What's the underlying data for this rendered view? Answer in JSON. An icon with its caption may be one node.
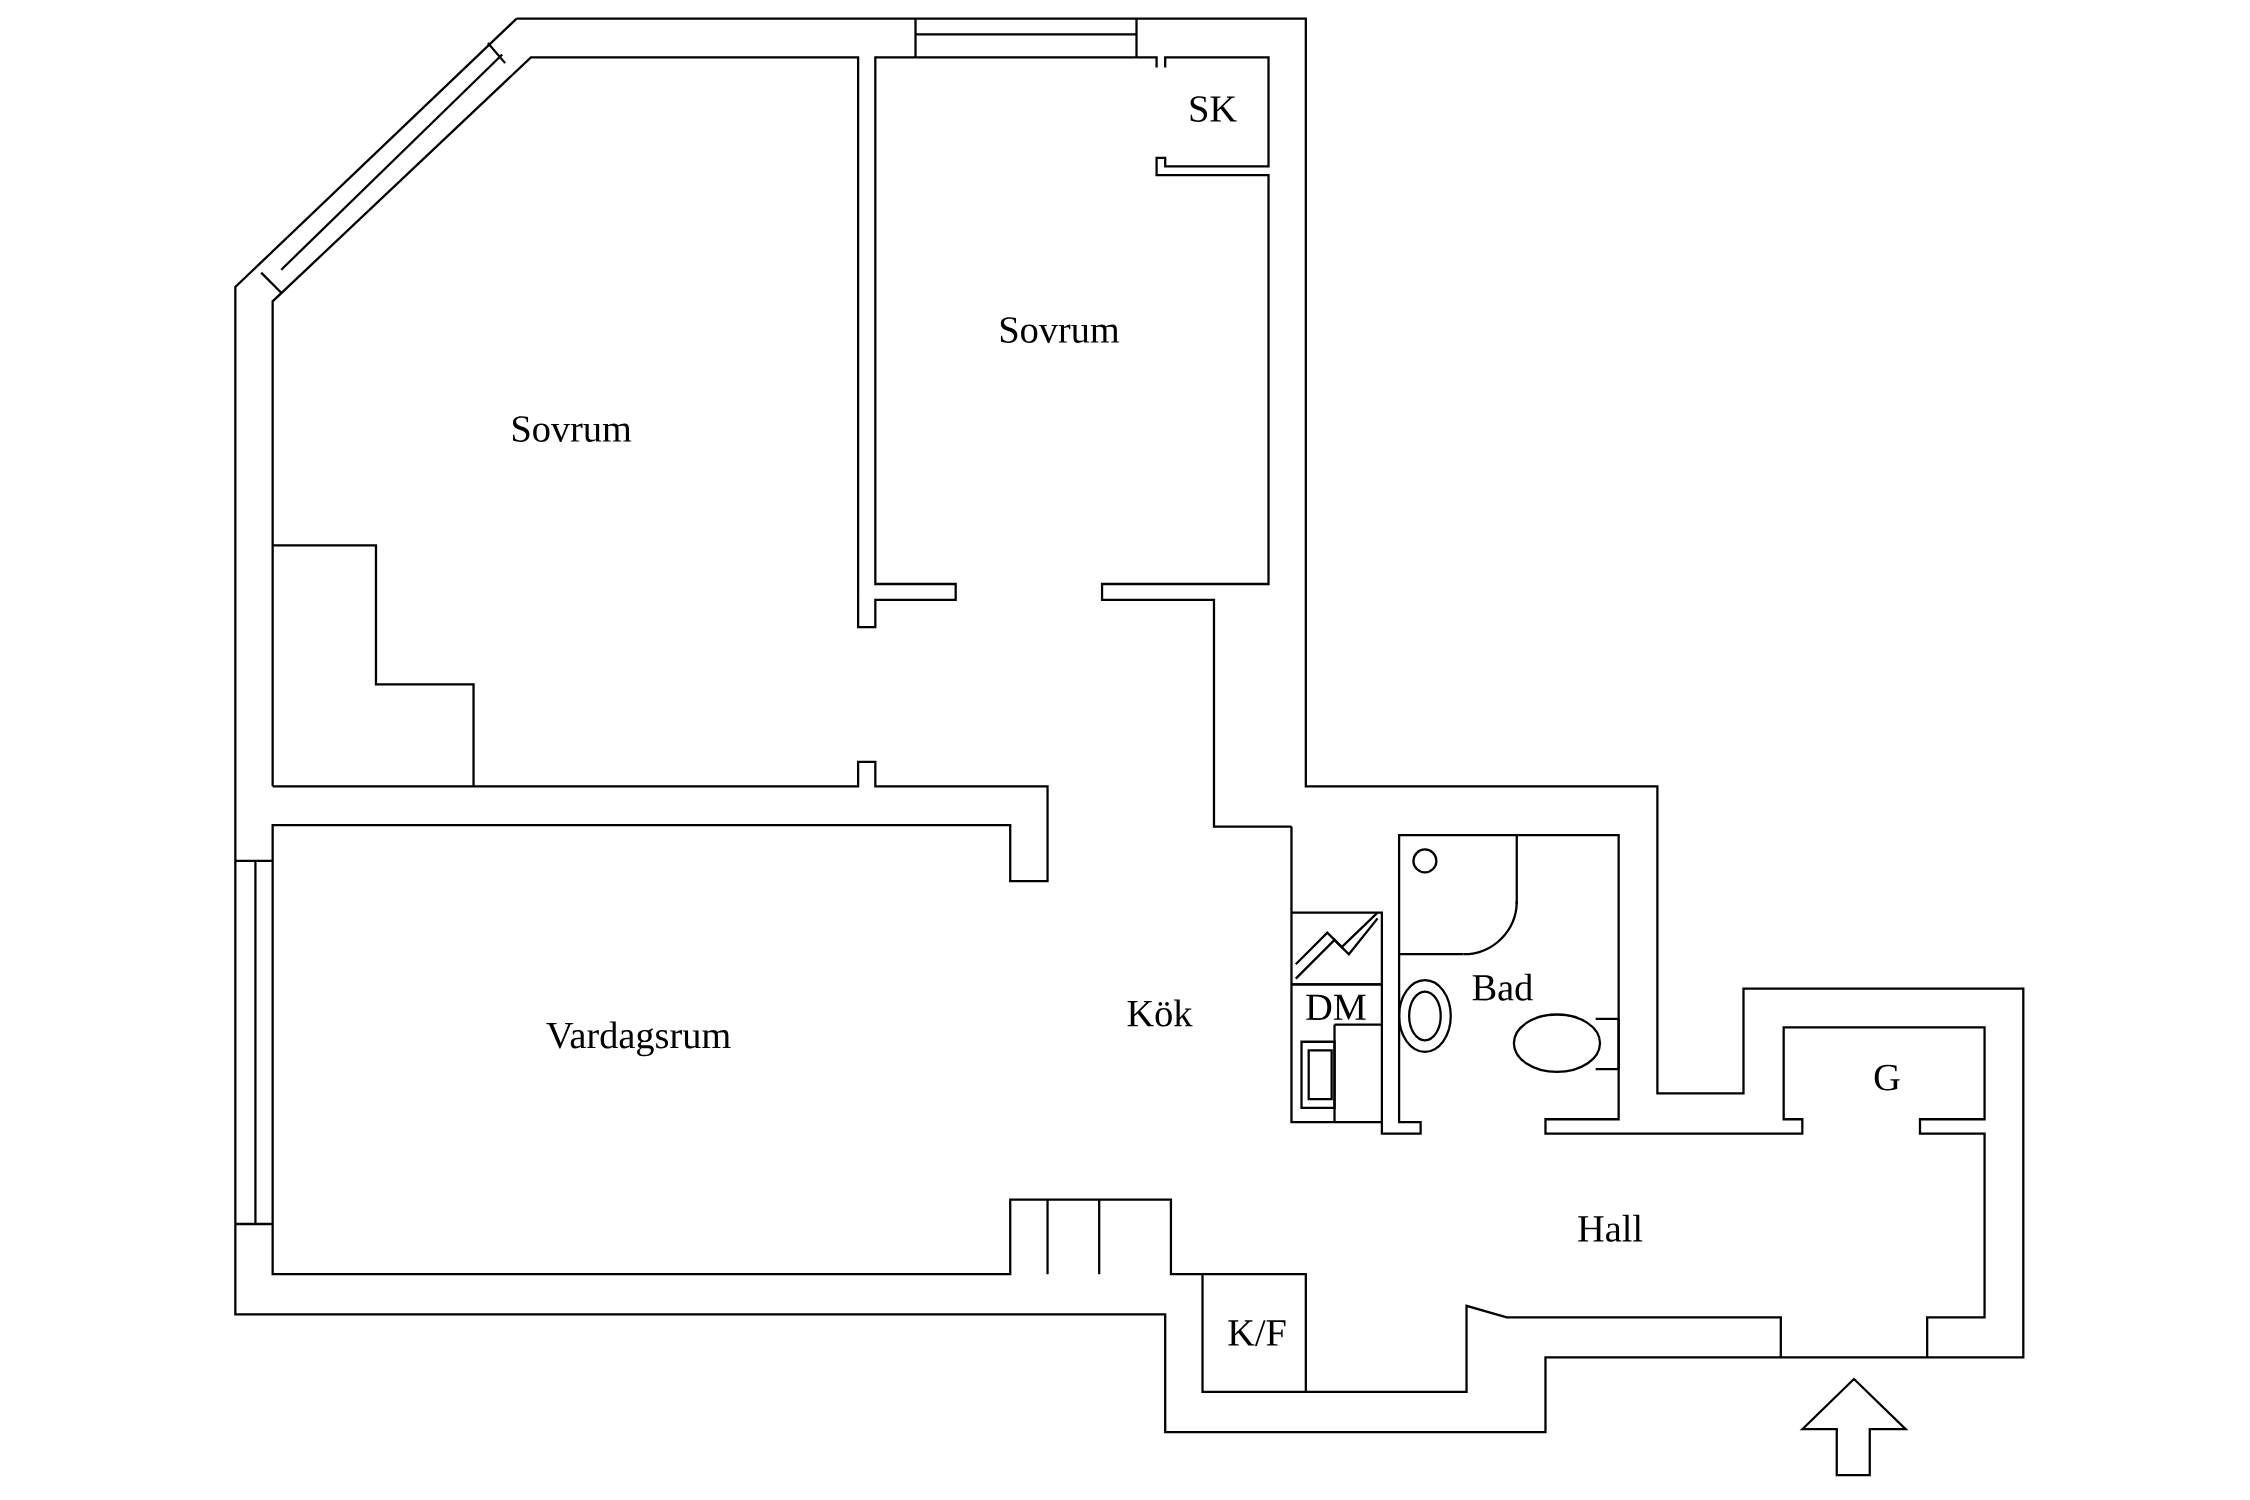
{
  "diagram": {
    "labels": [
      "SK",
      "Sovrum",
      "Sovrum",
      "Bad",
      "DM",
      "Kök",
      "Vardagsrum",
      "G",
      "Hall",
      "K/F"
    ]
  }
}
